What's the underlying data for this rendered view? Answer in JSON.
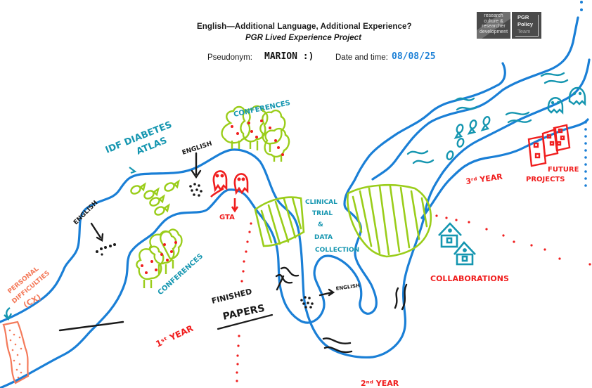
{
  "header": {
    "title": "English—Additional Language, Additional Experience?",
    "subtitle": "PGR Lived Experience Project",
    "pseudonym_label": "Pseudonym:",
    "pseudonym_value": "MARION :)",
    "datetime_label": "Date and time:",
    "datetime_value": "08/08/25"
  },
  "logos": {
    "rcrd": "research culture & researcher development",
    "pgr_line1": "PGR",
    "pgr_line2": "Policy",
    "pgr_line3": "Team"
  },
  "colors": {
    "river": "#1a7fd6",
    "teal": "#1596b0",
    "green": "#9acd1a",
    "red": "#f01e1e",
    "orange": "#f47a5a",
    "black": "#1a1a1a",
    "dot_blue": "#1a7fd6"
  },
  "annotations": {
    "idf_atlas_line1": "IDF DIABETES",
    "idf_atlas_line2": "ATLAS",
    "english_top": "ENGLISH",
    "english_left": "ENGLISH",
    "english_bottom": "ENGLISH",
    "conferences_top": "CONFERENCES",
    "conferences_bottom": "CONFERENCES",
    "gta": "GTA",
    "clinical_line1": "CLINICAL",
    "clinical_line2": "TRIAL",
    "clinical_line3": "&",
    "clinical_line4": "DATA",
    "clinical_line5": "COLLECTION",
    "finished_line1": "FINISHED",
    "finished_line2": "PAPERS",
    "personal_line1": "PERSONAL",
    "personal_line2": "DIFFICULTIES",
    "personal_line3": "(CX)",
    "year1": "1ˢᵗ YEAR",
    "year2": "2ⁿᵈ YEAR",
    "year3": "3ʳᵈ YEAR",
    "collaborations": "COLLABORATIONS",
    "future_line1": "FUTURE",
    "future_line2": "PROJECTS"
  }
}
